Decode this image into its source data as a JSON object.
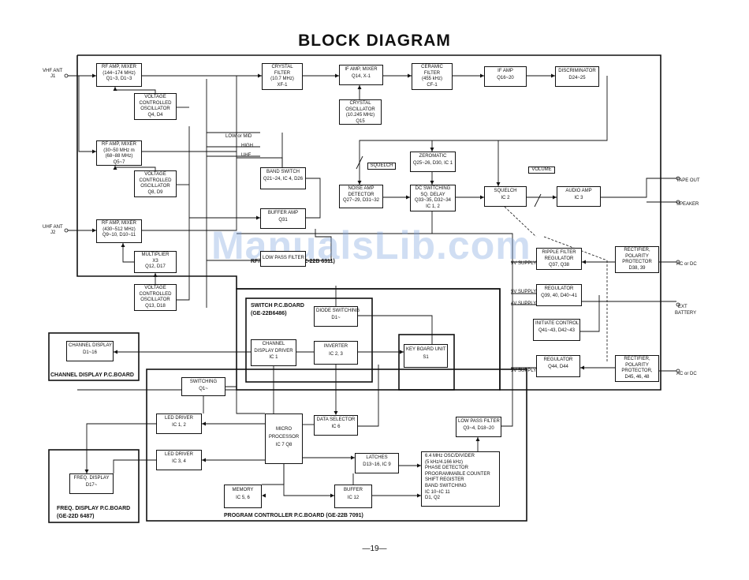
{
  "title": "BLOCK DIAGRAM",
  "page_number": "—19—",
  "watermark": "ManualsLib.com",
  "boards": {
    "rf_if": "RF/IF P.C.BOARD (GE-22B 6311)",
    "switch_l1": "SWITCH P.C.BOARD",
    "switch_l2": "(GE-22B6486)",
    "channel_display": "CHANNEL DISPLAY P.C.BOARD",
    "freq_display_l1": "FREQ. DISPLAY P.C.BOARD",
    "freq_display_l2": "(GE-22D 6487)",
    "program_controller": "PROGRAM CONTROLLER P.C.BOARD (GE-22B 7091)"
  },
  "terminals": {
    "vhf_ant_l1": "VHF ANT",
    "vhf_ant_l2": "J1",
    "uhf_ant_l1": "UHF ANT",
    "uhf_ant_l2": "J2",
    "tape_out": "TAPE OUT",
    "speaker": "SPEAKER",
    "ac_dc_1": "AC or DC",
    "ext_battery_l1": "EXT",
    "ext_battery_l2": "BATTERY",
    "ac_dc_2": "AC or DC"
  },
  "labels": {
    "low_mid": "LOW or MID",
    "high": "HIGH",
    "uhf": "UHF",
    "squelch": "SQUELCH",
    "volume": "VOLUME",
    "supply_9v_1": "9V SUPPLY",
    "supply_9v_2": "9V SUPPLY",
    "supply_4v": "4V SUPPLY",
    "supply_5v": "5V SUPPLY"
  },
  "blocks": {
    "rf_mix1": [
      "RF AMP, MIXER",
      "(144~174 MHz)",
      "Q1~3, D1~3"
    ],
    "vco1": [
      "VOLTAGE",
      "CONTROLLED",
      "OSCILLATOR",
      "Q4, D4"
    ],
    "rf_mix2": [
      "RF AMP, MIXER",
      "(30~50 MHz m",
      "(68~88 MHz)",
      "Q5~7"
    ],
    "vco2": [
      "VOLTAGE",
      "CONTROLLED",
      "OSCILLATOR",
      "Q8, D9"
    ],
    "rf_mix3": [
      "RF AMP, MIXER",
      "(430~512 MHz)",
      "Q9~10, D10~11"
    ],
    "multiplier": [
      "MULTIPLIER",
      "X3",
      "Q12, D17"
    ],
    "vco3": [
      "VOLTAGE",
      "CONTROLLED",
      "OSCILLATOR",
      "Q13, D18"
    ],
    "crystal_filter": [
      "CRYSTAL",
      "FILTER",
      "(10.7 MHz)",
      "XF-1"
    ],
    "if_mixer": [
      "IF AMP, MIXER",
      "Q14, X-1"
    ],
    "crystal_osc": [
      "CRYSTAL",
      "OSCILLATOR",
      "(10.245 MHz)",
      "Q15"
    ],
    "ceramic_filter": [
      "CERAMIC",
      "FILTER",
      "(455 kHz)",
      "CF-1"
    ],
    "if_amp": [
      "IF AMP",
      "Q16~20"
    ],
    "discriminator": [
      "DISCRIMINATOR",
      "D24~25"
    ],
    "band_switch": [
      "BAND SWITCH",
      "Q21~24, IC 4, D26"
    ],
    "buffer_amp": [
      "BUFFER AMP",
      "Q31"
    ],
    "low_pass_rf": [
      "LOW PASS FILTER"
    ],
    "noise_amp": [
      "NOISE AMP",
      "DETECTOR",
      "Q27~29, D31~32"
    ],
    "zeromatic": [
      "ZEROMATIC",
      "Q25~26, D30, IC 1"
    ],
    "dc_switching": [
      "DC SWITCHING",
      "SQ. DELAY",
      "Q33~35, D32~34",
      "IC 1, 2"
    ],
    "squelch_ic": [
      "SQUELCH",
      "IC 2"
    ],
    "audio_amp": [
      "AUDIO AMP",
      "IC 3"
    ],
    "ripple_filter": [
      "RIPPLE FILTER",
      "REGULATOR",
      "Q37, Q38"
    ],
    "rectifier1": [
      "RECTIFIER,",
      "POLARITY",
      "PROTECTOR",
      "D38, 39"
    ],
    "regulator1": [
      "REGULATOR",
      "Q39, 40, D40~41"
    ],
    "initiate_control": [
      "INITIATE CONTROL",
      "Q41~43, D42~43"
    ],
    "regulator2": [
      "REGULATOR",
      "Q44, D44"
    ],
    "rectifier2": [
      "RECTIFIER,",
      "POLARITY",
      "PROTECTOR,",
      "D45, 46, 48"
    ],
    "diode_switching": [
      "DIODE SWITCHING",
      "D1~"
    ],
    "channel_display_driver": [
      "CHANNEL",
      "DISPLAY DRIVER",
      "IC 1"
    ],
    "inverter": [
      "INVERTER",
      "IC 2, 3"
    ],
    "key_board_unit": [
      "KEY BOARD UNIT",
      "S1"
    ],
    "channel_display": [
      "CHANNEL DISPLAY",
      "D1~16"
    ],
    "switching": [
      "SWITCHING",
      "Q1~"
    ],
    "led_driver1": [
      "LED DRIVER",
      "IC 1, 2"
    ],
    "led_driver2": [
      "LED DRIVER",
      "IC 3, 4"
    ],
    "micro_processor": [
      "MICRO",
      "PROCESSOR",
      "IC 7   Q8"
    ],
    "data_selector": [
      "DATA SELECTOR",
      "IC 6"
    ],
    "latches": [
      "LATCHES",
      "D13~16, IC 9"
    ],
    "low_pass_prog": [
      "LOW PASS FILTER",
      "Q3~4, D18~20"
    ],
    "osc_divider": [
      "6.4 MHz OSC/DIVIDER",
      "(5 kHz/4.166 kHz)",
      "PHASE DETECTOR",
      "PROGRAMMABLE COUNTER",
      "SHIFT REGISTER",
      "BAND SWITCHING",
      "IC 10~IC 11",
      "D1, Q2"
    ],
    "memory": [
      "MEMORY",
      "IC 5, 6"
    ],
    "buffer": [
      "BUFFER",
      "IC 12"
    ],
    "freq_display": [
      "FREQ. DISPLAY",
      "D17~"
    ]
  }
}
